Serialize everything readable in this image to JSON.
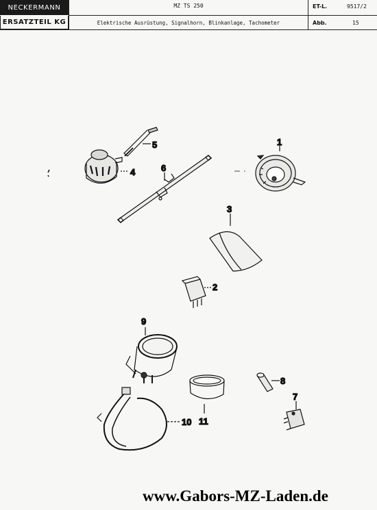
{
  "header": {
    "brand_top": "NECKERMANN",
    "brand_bottom": "ERSATZTEIL KG",
    "model": "MZ  TS 250",
    "description": "Elektrische Ausrüstung, Signalhorn, Blinkanlage, Tachometer",
    "et_label": "ET-L.",
    "et_value": "9517/2",
    "abb_label": "Abb.",
    "abb_value": "15"
  },
  "parts": {
    "p1": "1",
    "p2": "2",
    "p3": "3",
    "p4": "4",
    "p5": "5",
    "p6": "6",
    "p7": "7",
    "p8": "8",
    "p9": "9",
    "p10": "10",
    "p11": "11"
  },
  "footer": {
    "url": "www.Gabors-MZ-Laden.de"
  }
}
